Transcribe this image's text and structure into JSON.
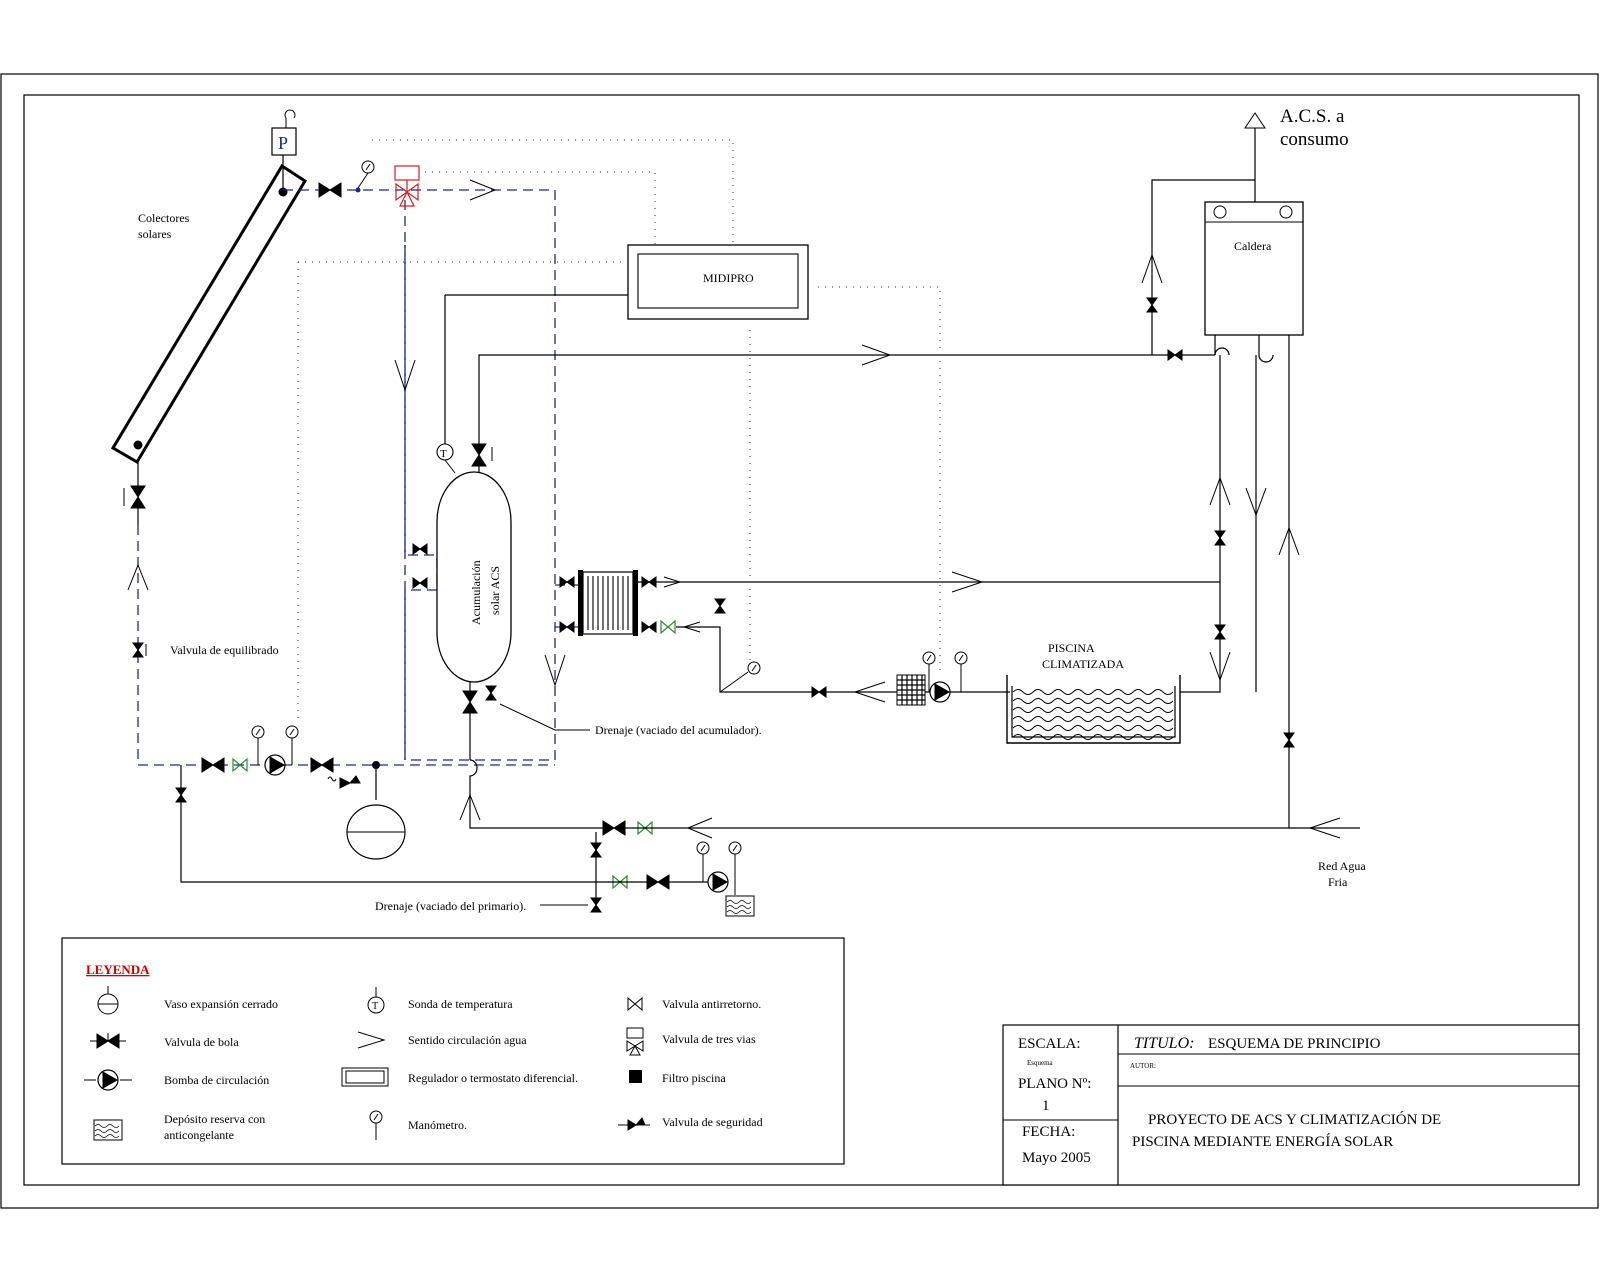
{
  "labels": {
    "acs_consumo_1": "A.C.S. a",
    "acs_consumo_2": "consumo",
    "colectores_1": "Colectores",
    "colectores_2": "solares",
    "caldera": "Caldera",
    "midipro": "MIDIPRO",
    "acumulacion_1": "Acumulación",
    "acumulacion_2": "solar ACS",
    "valvula_equilibrado": "Valvula de equilibrado",
    "drenaje_acumulador": "Drenaje (vaciado del acumulador).",
    "piscina_1": "PISCINA",
    "piscina_2": "CLIMATIZADA",
    "drenaje_primario": "Drenaje (vaciado del primario).",
    "red_agua_1": "Red Agua",
    "red_agua_2": "Fria",
    "pressure_tag": "P",
    "temp_tag": "T"
  },
  "legend": {
    "title": "LEYENDA",
    "items": [
      {
        "icon": "expansion-vessel-icon",
        "label": "Vaso expansión cerrado"
      },
      {
        "icon": "ball-valve-icon",
        "label": "Valvula de bola"
      },
      {
        "icon": "pump-icon",
        "label": "Bomba de circulación"
      },
      {
        "icon": "reserve-tank-icon",
        "label": "Depósito reserva con",
        "label2": "anticongelante"
      },
      {
        "icon": "temperature-probe-icon",
        "label": "Sonda de temperatura",
        "tag": "T"
      },
      {
        "icon": "flow-direction-icon",
        "label": "Sentido circulación agua"
      },
      {
        "icon": "differential-thermostat-icon",
        "label": "Regulador o termostato diferencial."
      },
      {
        "icon": "manometer-icon",
        "label": "Manómetro."
      },
      {
        "icon": "check-valve-icon",
        "label": "Valvula antirretorno."
      },
      {
        "icon": "three-way-valve-icon",
        "label": "Valvula de tres vias"
      },
      {
        "icon": "pool-filter-icon",
        "label": "Filtro piscina"
      },
      {
        "icon": "safety-valve-icon",
        "label": "Valvula de seguridad"
      }
    ]
  },
  "title_block": {
    "escala_label": "ESCALA:",
    "escala_value": "Esquema",
    "plano_label": "PLANO Nº:",
    "plano_value": "1",
    "fecha_label": "FECHA:",
    "fecha_value": "Mayo 2005",
    "titulo_label": "TITULO:",
    "titulo_value": "ESQUEMA DE PRINCIPIO",
    "autor_label": "AUTOR:",
    "project_line1": "PROYECTO DE ACS Y CLIMATIZACIÓN DE",
    "project_line2": "PISCINA MEDIANTE ENERGÍA SOLAR"
  },
  "colors": {
    "solar_circuit": "#1a2a8c",
    "three_way_valve": "#cc2222",
    "check_valve": "#2a8a2a",
    "legend_title": "#cc0000"
  }
}
